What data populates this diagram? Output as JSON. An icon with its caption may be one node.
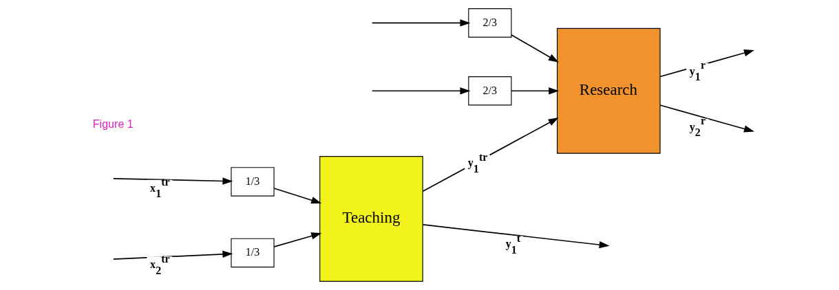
{
  "diagram": {
    "nodes": [
      {
        "text": [
          "Teaching"
        ]
      },
      {
        "text": [
          "Research"
        ]
      },
      {
        "text": [
          "1/3"
        ]
      },
      {
        "text": [
          "1/3"
        ]
      },
      {
        "text": [
          "2/3"
        ]
      },
      {
        "text": [
          "2/3"
        ]
      }
    ],
    "edges": [
      {
        "from": null,
        "to": 2,
        "arrow": "to",
        "label": "x$_{1}$$^{tr}$"
      },
      {
        "from": null,
        "to": 5,
        "arrow": "to"
      },
      {
        "from": null,
        "to": 3,
        "arrow": "to",
        "label": "x$_{2}$$^{tr}$"
      },
      {
        "from": null,
        "to": 4,
        "arrow": "to"
      },
      {
        "from": 2,
        "to": 0,
        "arrow": "to"
      },
      {
        "from": 3,
        "to": 0,
        "arrow": "to"
      },
      {
        "from": 0,
        "to": null,
        "arrow": "to",
        "label": "y$_{1}$$^{t}$"
      },
      {
        "from": 0,
        "to": 1,
        "arrow": "to",
        "label": "y$_{1}$$^{tr}$"
      },
      {
        "from": 4,
        "to": 1,
        "arrow": "to"
      },
      {
        "from": 5,
        "to": 1,
        "arrow": "to"
      },
      {
        "from": 1,
        "to": null,
        "arrow": "to",
        "label": "y$_{1}$$^{r}$"
      },
      {
        "from": 1,
        "to": null,
        "arrow": "to",
        "label": "y$_{2}$$^{r}$"
      }
    ],
    "labels": [
      "Figure 1"
    ]
  }
}
